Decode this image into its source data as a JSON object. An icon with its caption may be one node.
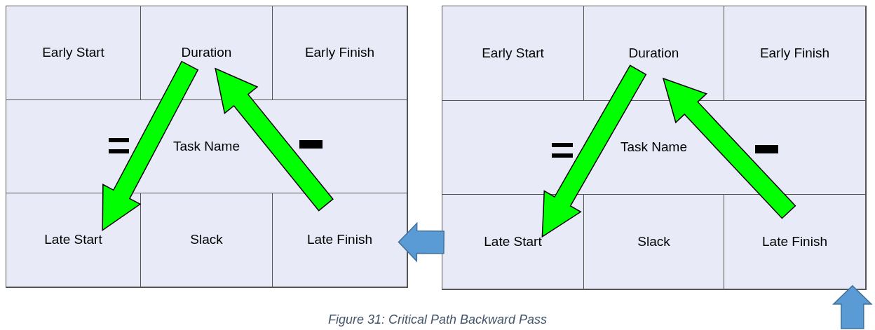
{
  "diagram": {
    "caption": "Figure 31: Critical Path Backward Pass",
    "nodes": [
      {
        "text": [],
        "shape": "box"
      },
      {
        "text": [
          "Early Start"
        ],
        "in": 0
      },
      {
        "text": [
          "Duration"
        ],
        "in": 0
      },
      {
        "text": [
          "Early Finish"
        ],
        "in": 0
      },
      {
        "text": [
          "Task Name"
        ],
        "in": 0
      },
      {
        "text": [
          "Late Start"
        ],
        "in": 0
      },
      {
        "text": [
          "Slack"
        ],
        "in": 0
      },
      {
        "text": [
          "Late Finish"
        ],
        "in": 0
      },
      {
        "text": [],
        "shape": "box"
      },
      {
        "text": [
          "Early Start"
        ],
        "in": 8
      },
      {
        "text": [
          "Duration"
        ],
        "in": 8
      },
      {
        "text": [
          "Early Finish"
        ],
        "in": 8
      },
      {
        "text": [
          "Task Name"
        ],
        "in": 8
      },
      {
        "text": [
          "Late Start"
        ],
        "in": 8
      },
      {
        "text": [
          "Slack"
        ],
        "in": 8
      },
      {
        "text": [
          "Late Finish"
        ],
        "in": 8
      }
    ],
    "edges": [
      {
        "from": 2,
        "to": 5,
        "arrow": "to",
        "style": "thick",
        "color": "#00ff00"
      },
      {
        "from": 7,
        "to": 2,
        "arrow": "to",
        "style": "thick",
        "color": "#00ff00"
      },
      {
        "from": 10,
        "to": 13,
        "arrow": "to",
        "style": "thick",
        "color": "#00ff00"
      },
      {
        "from": 15,
        "to": 10,
        "arrow": "to",
        "style": "thick",
        "color": "#00ff00"
      },
      {
        "from": 13,
        "to": 7,
        "arrow": "to",
        "style": "thick"
      },
      {
        "from": null,
        "to": 15,
        "arrow": "to",
        "style": "thick"
      }
    ]
  }
}
